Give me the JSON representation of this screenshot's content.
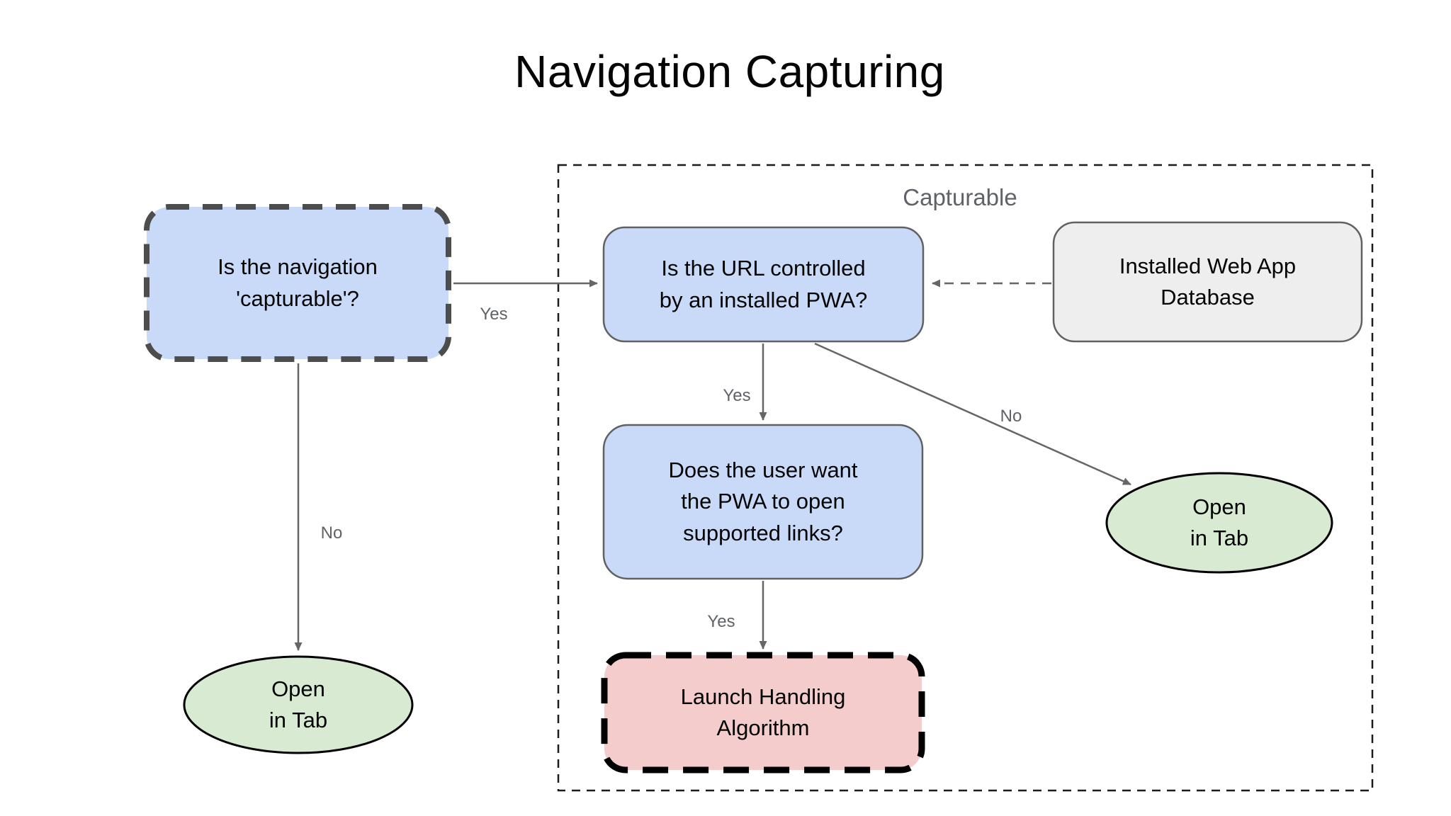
{
  "title": "Navigation Capturing",
  "container": {
    "label": "Capturable"
  },
  "nodes": [
    {
      "id": "capturable-question",
      "text": "Is the navigation\n'capturable'?",
      "shape": "rounded-rect",
      "fill": "#c9daf8",
      "border": "dashed-dark-gray"
    },
    {
      "id": "url-controlled",
      "text": "Is the URL controlled\nby an installed PWA?",
      "shape": "rounded-rect",
      "fill": "#c9daf8",
      "border": "solid-gray"
    },
    {
      "id": "installed-db",
      "text": "Installed Web App\nDatabase",
      "shape": "rounded-rect",
      "fill": "#eeeeee",
      "border": "solid-gray"
    },
    {
      "id": "user-wants-links",
      "text": "Does the user want\nthe PWA to open\nsupported links?",
      "shape": "rounded-rect",
      "fill": "#c9daf8",
      "border": "solid-gray"
    },
    {
      "id": "launch-handling",
      "text": "Launch Handling\nAlgorithm",
      "shape": "rounded-rect",
      "fill": "#f4cccc",
      "border": "dashed-black"
    },
    {
      "id": "open-in-tab-left",
      "text": "Open\nin Tab",
      "shape": "ellipse",
      "fill": "#d9ead3",
      "border": "solid-black"
    },
    {
      "id": "open-in-tab-right",
      "text": "Open\nin Tab",
      "shape": "ellipse",
      "fill": "#d9ead3",
      "border": "solid-black"
    }
  ],
  "edges": [
    {
      "from": "capturable-question",
      "to": "url-controlled",
      "label": "Yes",
      "style": "solid"
    },
    {
      "from": "capturable-question",
      "to": "open-in-tab-left",
      "label": "No",
      "style": "solid"
    },
    {
      "from": "url-controlled",
      "to": "user-wants-links",
      "label": "Yes",
      "style": "solid"
    },
    {
      "from": "url-controlled",
      "to": "open-in-tab-right",
      "label": "No",
      "style": "solid"
    },
    {
      "from": "user-wants-links",
      "to": "launch-handling",
      "label": "Yes",
      "style": "solid"
    },
    {
      "from": "installed-db",
      "to": "url-controlled",
      "label": "",
      "style": "dashed"
    }
  ],
  "colors": {
    "node_blue": "#c9daf8",
    "node_green": "#d9ead3",
    "node_pink": "#f4cccc",
    "node_gray": "#eeeeee",
    "arrow_gray": "#666666",
    "label_gray": "#5f6368",
    "border_dark_gray": "#4d4d4d",
    "border_black": "#000000"
  }
}
